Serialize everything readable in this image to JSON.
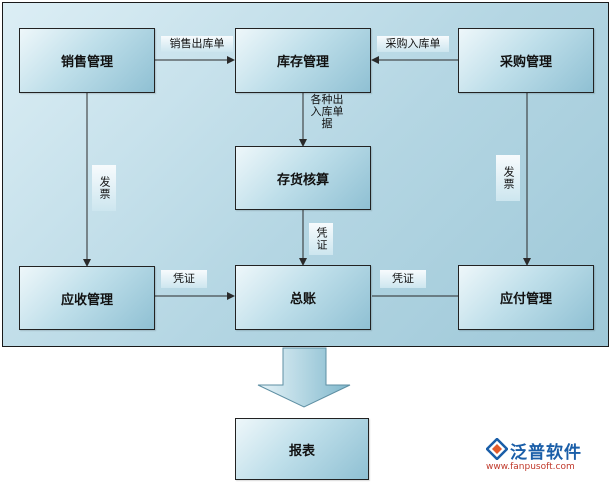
{
  "boxes": {
    "sales": "销售管理",
    "inventory": "库存管理",
    "purchase": "采购管理",
    "costing": "存货核算",
    "receivable": "应收管理",
    "ledger": "总账",
    "payable": "应付管理",
    "report": "报表"
  },
  "labels": {
    "sales_out": "销售出库单",
    "purchase_in": "采购入库单",
    "in_out_docs": "各种出入库单据",
    "invoice_left": "发票",
    "invoice_right": "发票",
    "voucher_mid": "凭证",
    "voucher_left": "凭证",
    "voucher_right": "凭证"
  },
  "logo": {
    "name": "泛普软件",
    "url": "www.fanpusoft.com"
  },
  "colors": {
    "panel": "#b4d6e3",
    "box": "#bfdfea",
    "arrow": "#2a2a2a",
    "big_arrow": "#7fb7cc",
    "logo_blue": "#1a5ea8"
  },
  "icons": {
    "logo": "fanpu-logo-icon"
  }
}
